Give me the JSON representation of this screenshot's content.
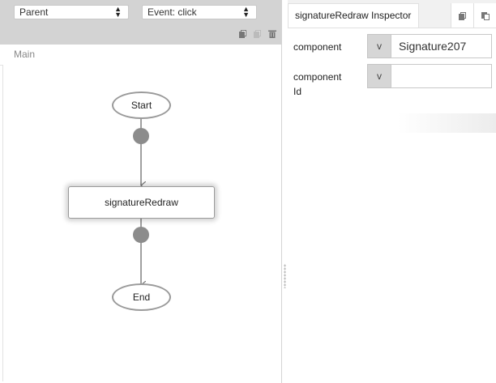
{
  "toolbar": {
    "parent_select": "Parent",
    "event_select": "Event: click",
    "icons": [
      "copy-icon",
      "paste-icon",
      "trash-icon"
    ]
  },
  "tab": {
    "label": "Main"
  },
  "flow": {
    "start": "Start",
    "action": "signatureRedraw",
    "end": "End"
  },
  "inspector": {
    "title": "signatureRedraw Inspector",
    "header_icons": [
      "copy-icon",
      "paste-icon"
    ],
    "fields": [
      {
        "label": "component",
        "toggle": "v",
        "value": "Signature207"
      },
      {
        "label": "component\nId",
        "toggle": "v",
        "value": ""
      }
    ]
  },
  "colors": {
    "toolbar_bg": "#d3d3d3",
    "port": "#8c8c8c",
    "node_border": "#9a9a9a"
  }
}
